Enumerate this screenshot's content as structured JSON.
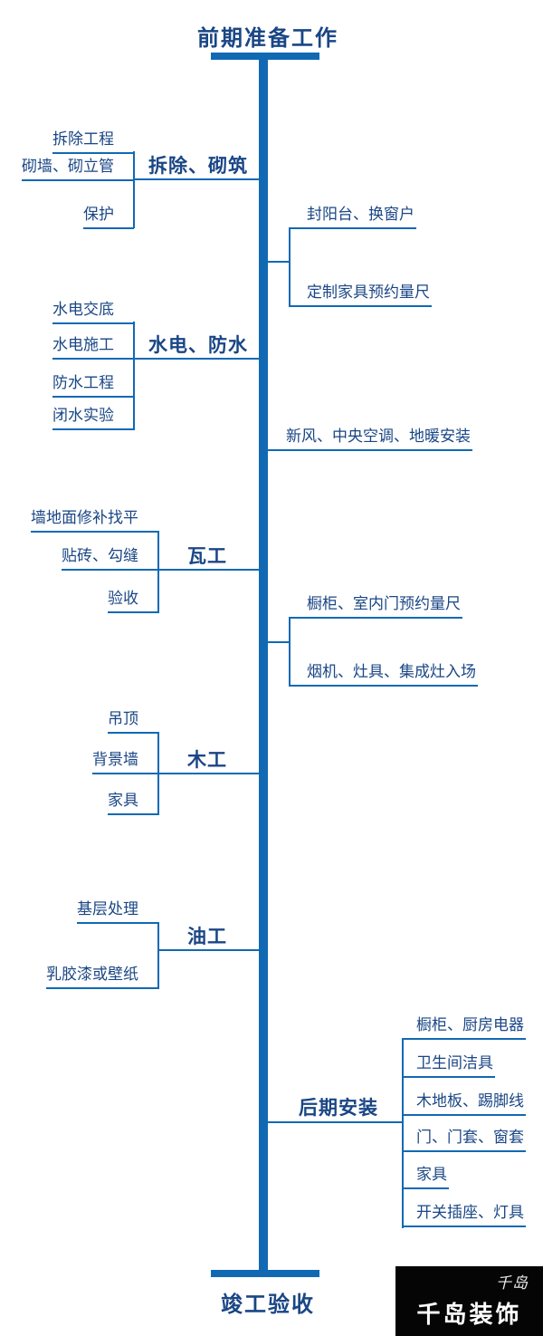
{
  "title_top": "前期准备工作",
  "title_bottom": "竣工验收",
  "left_groups": [
    {
      "label": "拆除、砌筑",
      "items": [
        "拆除工程",
        "砌墙、砌立管",
        "保护"
      ]
    },
    {
      "label": "水电、防水",
      "items": [
        "水电交底",
        "水电施工",
        "防水工程",
        "闭水实验"
      ]
    },
    {
      "label": "瓦工",
      "items": [
        "墙地面修补找平",
        "贴砖、勾缝",
        "验收"
      ]
    },
    {
      "label": "木工",
      "items": [
        "吊顶",
        "背景墙",
        "家具"
      ]
    },
    {
      "label": "油工",
      "items": [
        "基层处理",
        "乳胶漆或壁纸"
      ]
    }
  ],
  "right_groups": [
    {
      "items": [
        "封阳台、换窗户",
        "定制家具预约量尺"
      ]
    },
    {
      "items": [
        "新风、中央空调、地暖安装"
      ]
    },
    {
      "items": [
        "橱柜、室内门预约量尺",
        "烟机、灶具、集成灶入场"
      ]
    },
    {
      "label": "后期安装",
      "items": [
        "橱柜、厨房电器",
        "卫生间洁具",
        "木地板、踢脚线",
        "门、门套、窗套",
        "家具",
        "开关插座、灯具"
      ]
    }
  ],
  "logo": {
    "mark": "千岛",
    "brand": "千岛装饰"
  },
  "colors": {
    "line": "#1169b4",
    "text": "#1a4685"
  }
}
